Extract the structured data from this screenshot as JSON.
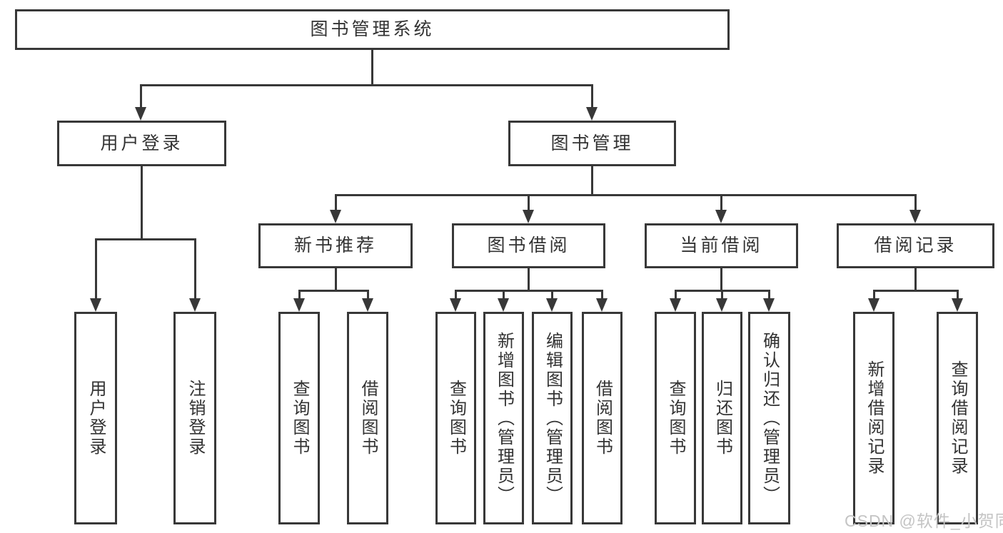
{
  "diagram": {
    "title": "图书管理系统",
    "level2": {
      "user_login": "用户登录",
      "book_management": "图书管理"
    },
    "level3": {
      "new_book_recommend": "新书推荐",
      "book_borrow": "图书借阅",
      "current_borrow": "当前借阅",
      "borrow_records": "借阅记录"
    },
    "leaves": {
      "user_login": [
        "用户登录",
        "注销登录"
      ],
      "new_book_recommend": [
        "查询图书",
        "借阅图书"
      ],
      "book_borrow": [
        "查询图书",
        "新增图书（管理员）",
        "编辑图书（管理员）",
        "借阅图书"
      ],
      "current_borrow": [
        "查询图书",
        "归还图书",
        "确认归还（管理员）"
      ],
      "borrow_records": [
        "新增借阅记录",
        "查询借阅记录"
      ]
    }
  },
  "watermark": {
    "text": "CSDN @软件_小贺同学"
  },
  "colors": {
    "line": "#383838",
    "text": "#333333",
    "watermark": "#c4c4c4",
    "background": "#ffffff"
  }
}
